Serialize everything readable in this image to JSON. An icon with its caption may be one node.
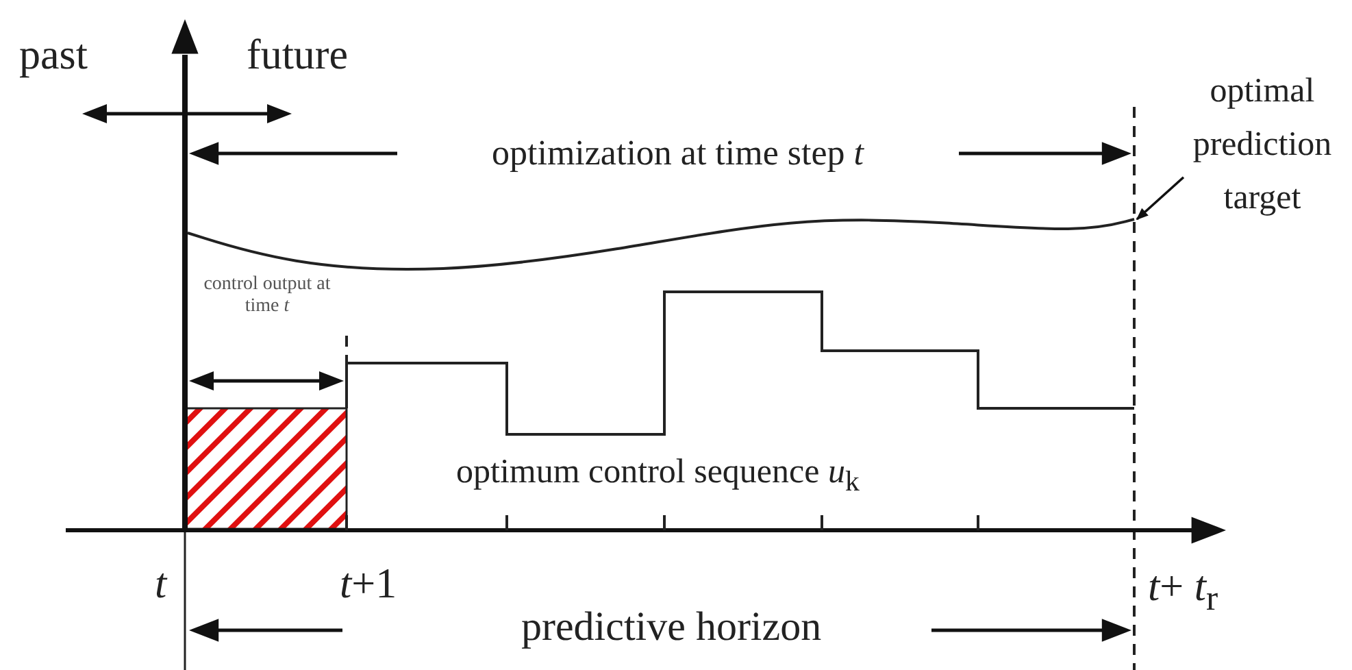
{
  "diagram": {
    "nodes": [
      {
        "text": [
          "optimal prediction target"
        ]
      },
      {
        "text": [],
        "shape": "curve"
      }
    ],
    "edges": [
      {
        "from": 0,
        "to": 1,
        "arrow": "to"
      }
    ],
    "labels": [
      "past",
      "future",
      "optimization at time step *t*",
      "control output at time *t*",
      "optimum control sequence *u*$_{k}$",
      "t",
      "*t*+1",
      "*t*+ *t*$_{r}$",
      "predictive horizon"
    ]
  }
}
